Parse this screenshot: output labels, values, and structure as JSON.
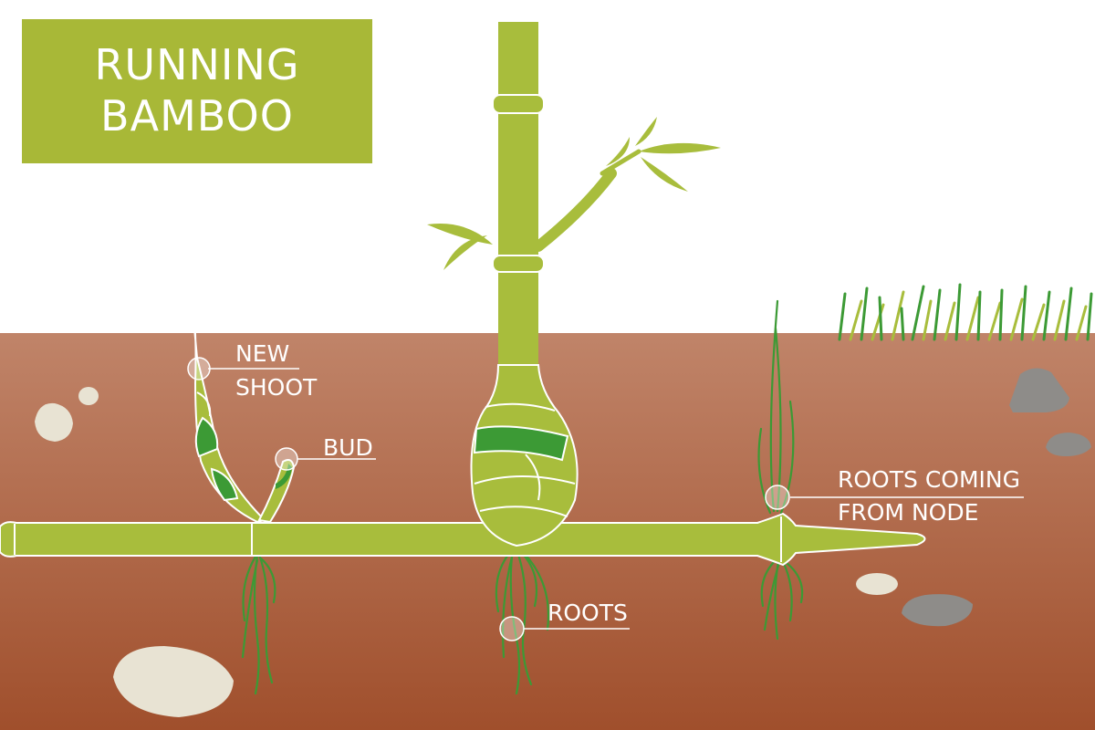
{
  "title": {
    "line1": "RUNNING",
    "line2": "BAMBOO"
  },
  "labels": {
    "new_shoot": {
      "line1": "NEW",
      "line2": "SHOOT"
    },
    "bud": "BUD",
    "roots_node": {
      "line1": "ROOTS COMING",
      "line2": "FROM NODE"
    },
    "roots": "ROOTS"
  },
  "colors": {
    "soil_top": "#c08469",
    "soil_bottom": "#a04f2c",
    "bamboo": "#a8bd3c",
    "leaf_dark": "#3c9a35",
    "title_bg": "#a8b837",
    "label_text": "#ffffff",
    "stone": "#e8e3d3",
    "rock": "#8e8c89"
  }
}
